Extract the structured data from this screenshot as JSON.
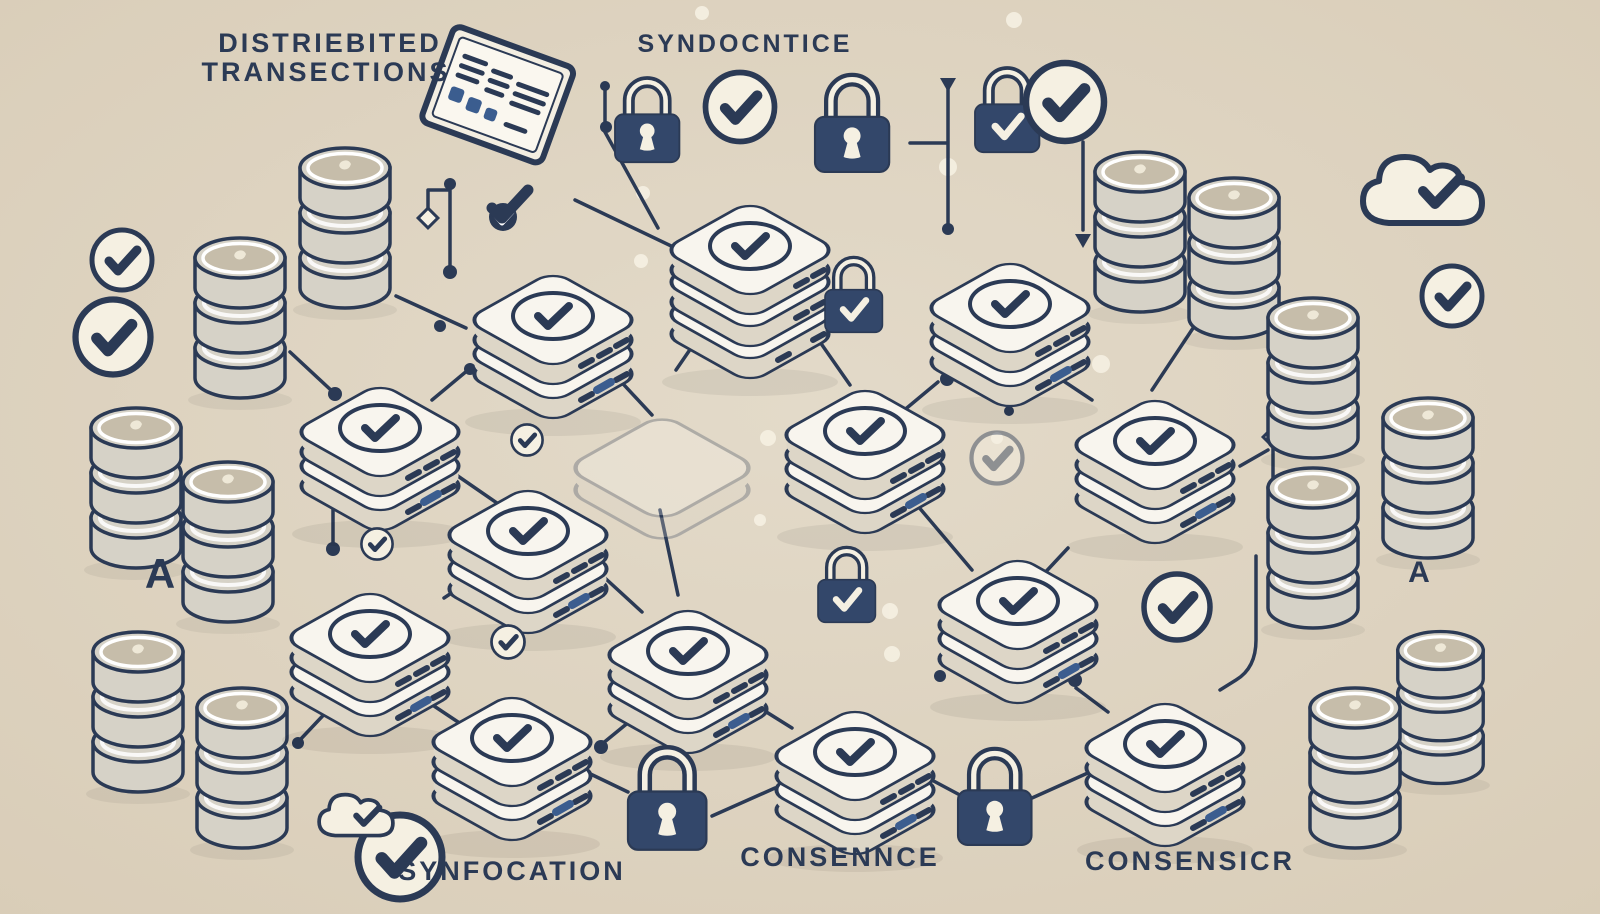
{
  "scene": {
    "type": "isometric-illustration",
    "topic": "distributed transactions across database and server nodes secured by locks and verified by checkmarks",
    "texts": {
      "title_line1": "DISTRIEBITED",
      "title_line2": "TRANSECTIONS",
      "top_label": "SYNDOCNTICE",
      "bottom_label_left": "SYNFOCATION",
      "bottom_label_center": "CONSENNCE",
      "bottom_label_right": "CONSENSICR",
      "stray_glyph_left": "A",
      "stray_glyph_right": "A"
    },
    "colors": {
      "bg": "#d9cdb8",
      "bg2": "#e3dac9",
      "ink": "#2b3a55",
      "lock": "#33476a",
      "cream": "#f5f0e2",
      "slabTop": "#f8f5ee",
      "slabSide": "#ddd6c7",
      "dbBody": "#d6d2c7",
      "dbTop": "#c6bdaa",
      "accent": "#3b5d8f"
    },
    "icons": [
      {
        "name": "monitor-icon",
        "count": 1
      },
      {
        "name": "database-icon",
        "count": 13
      },
      {
        "name": "server-node-icon",
        "count": 13
      },
      {
        "name": "padlock-keyhole-icon",
        "count": 4
      },
      {
        "name": "padlock-check-icon",
        "count": 3
      },
      {
        "name": "check-circle-icon",
        "count": 11
      },
      {
        "name": "checkmark-icon",
        "count": 1
      },
      {
        "name": "cloud-check-icon",
        "count": 2
      }
    ]
  }
}
